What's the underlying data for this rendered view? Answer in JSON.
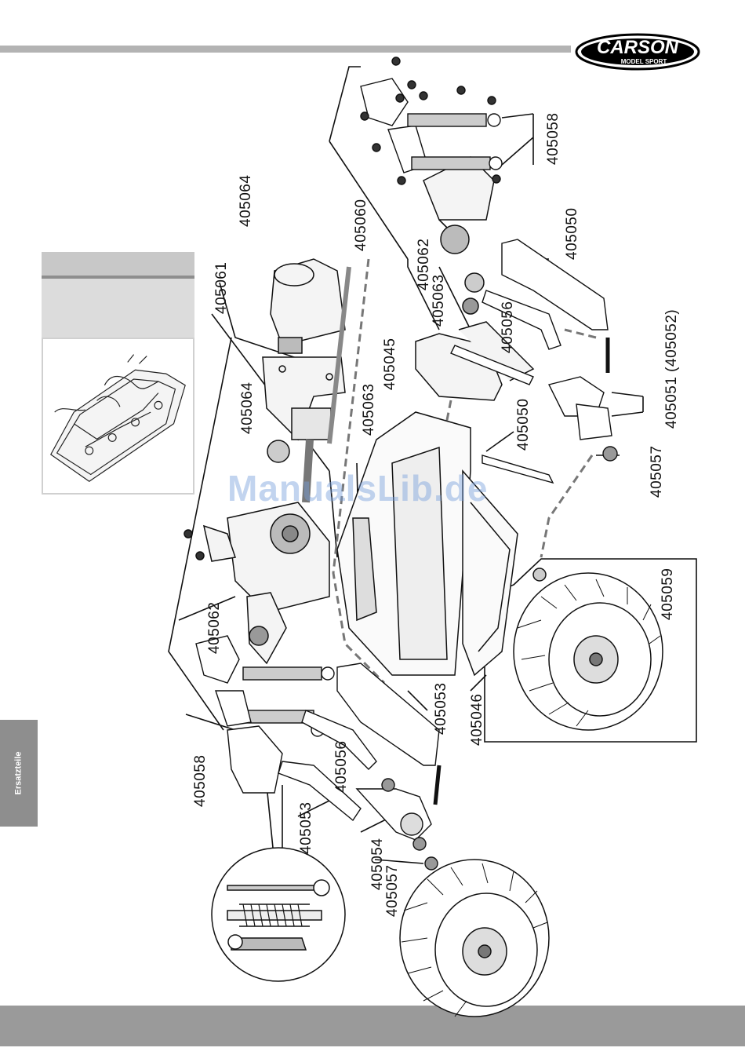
{
  "brand": {
    "name": "CARSON",
    "tagline": "MODEL SPORT"
  },
  "side_tab": {
    "label": "Ersatzteile"
  },
  "watermark": "ManualsLib.de",
  "parts": {
    "p405064a": "405064",
    "p405061": "405061",
    "p405064b": "405064",
    "p405063a": "405063",
    "p405060": "405060",
    "p405045": "405045",
    "p405062a": "405062",
    "p405063b": "405063",
    "p405056a": "405056",
    "p405050a": "405050",
    "p405050b": "405050",
    "p405058a": "405058",
    "p405051": "405051 (405052)",
    "p405057a": "405057",
    "p405062b": "405062",
    "p405058b": "405058",
    "p405053a": "405053",
    "p405056b": "405056",
    "p405053b": "405053",
    "p405054": "405054",
    "p405057b": "405057",
    "p405046": "405046",
    "p405059": "405059"
  },
  "colors": {
    "bar": "#b3b3b3",
    "tab": "#8e8e8e",
    "band": "#9a9a9a",
    "watermark": "#78a0dc"
  }
}
